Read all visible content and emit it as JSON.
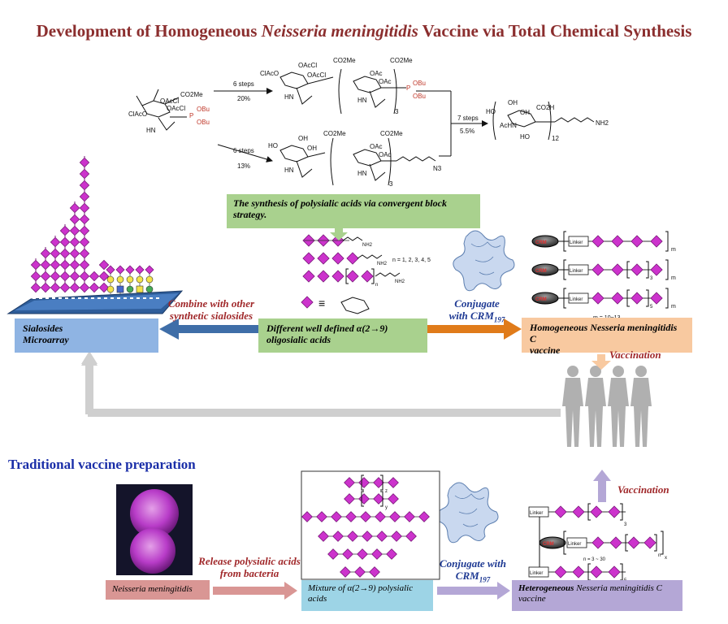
{
  "title": {
    "prefix": "Development of Homogeneous ",
    "species": "Neisseria meningitidis",
    "suffix": " Vaccine via Total Chemical Synthesis"
  },
  "synthesis": {
    "route_top_steps": "6 steps",
    "route_top_yield": "20%",
    "route_bottom_steps": "6 steps",
    "route_bottom_yield": "13%",
    "final_steps": "7 steps",
    "final_yield": "5.5%",
    "subscript_top": "3",
    "subscript_bottom": "3",
    "subscript_final": "12",
    "labels": {
      "clacO": "ClAcO",
      "oacl": "OAcCl",
      "co2me": "CO2Me",
      "obu": "OBu",
      "ho": "HO",
      "oh": "OH",
      "oac": "OAc",
      "hn": "HN",
      "achn": "AcHN",
      "co2h": "CO2H",
      "nh2": "NH2",
      "n3": "N3",
      "p": "P",
      "o": "O"
    }
  },
  "boxes": {
    "synthesis_strategy": "The synthesis of polysialic acids via convergent block strategy.",
    "well_defined_line1": "Different well defined α(2→9)",
    "well_defined_line2": "oligosialic acids",
    "microarray_line1": "Sialosides",
    "microarray_line2": "Microarray",
    "homogeneous_prefix": "Homogeneous ",
    "homogeneous_species": "Nesseria meningitidis C",
    "homogeneous_suffix": "vaccine",
    "neisseria": "Neisseria meningitidis",
    "mixture_line1": "Mixture of α(2→9) polysialic",
    "mixture_line2": "acids",
    "heterogeneous_prefix": "Heterogeneous ",
    "heterogeneous_species": "Nesseria meningitidis C",
    "heterogeneous_suffix": "vaccine"
  },
  "arrows": {
    "combine_line1": "Combine with other",
    "combine_line2": "synthetic sialosides",
    "conjugate_top_line1": "Conjugate",
    "conjugate_top_line2": "with CRM",
    "conjugate_bottom_line1": "Conjugate with",
    "conjugate_bottom_line2": "CRM",
    "crm_sub": "197",
    "vaccination_top": "Vaccination",
    "vaccination_bottom": "Vaccination",
    "release_line1": "Release polysialic acids",
    "release_line2": "from bacteria"
  },
  "oligo": {
    "n_label": "n = 1, 2, 3, 4, 5",
    "equiv": "≡",
    "nh2": "NH2",
    "n": "n"
  },
  "conjugates": {
    "crm": "CRM",
    "crm_sub": "197",
    "linker": "Linker",
    "m": "m",
    "sub3": "3",
    "sub5": "5",
    "m_range": "m = 10~13"
  },
  "hetero": {
    "linker": "Linker",
    "crm": "CRM",
    "n_range": "n = 3 ~ 30",
    "n": "n",
    "x": "x",
    "sub3": "3",
    "sub5": "5"
  },
  "mixture": {
    "z": "z",
    "y": "y"
  },
  "section_traditional": "Traditional vaccine preparation",
  "colors": {
    "sialic_acid": "#cc33cc",
    "title": "#8b2e2e",
    "green_box": "#a9d18e",
    "blue_box": "#8fb4e3",
    "orange_box": "#f8c9a0",
    "arrow_grey": "#c8c8c8",
    "arrow_blue": "#3f6ea8",
    "arrow_orange": "#e07b1a"
  }
}
